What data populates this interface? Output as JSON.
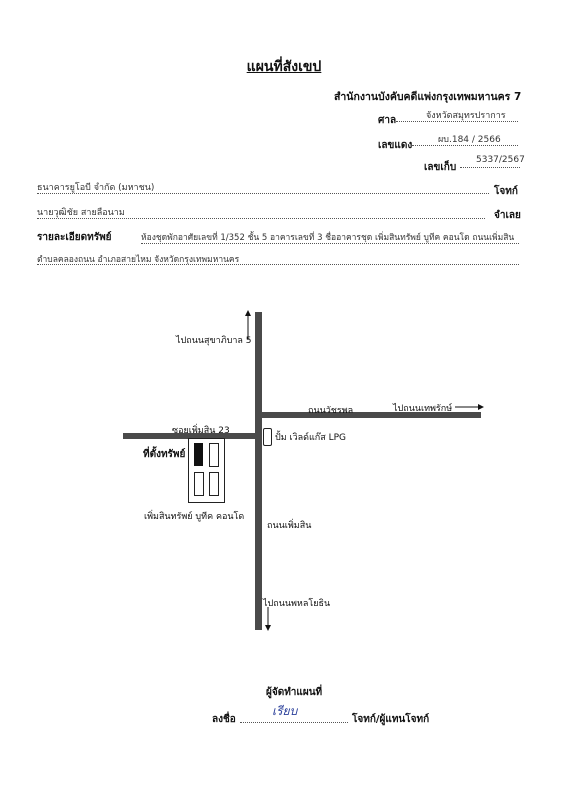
{
  "header": {
    "title": "แผนที่สังเขป",
    "office": "สำนักงานบังคับคดีแพ่งกรุงเทพมหานคร 7",
    "court_label": "ศาล",
    "court_value": "จังหวัดสมุทรปราการ",
    "black_case_label": "เลขแดง",
    "black_case_value": "ผบ.184 / 2566",
    "storage_label": "เลขเก็บ",
    "storage_value": "5337/2567"
  },
  "parties": {
    "plaintiff_value": "ธนาคารยูโอบี จำกัด (มหาชน)",
    "plaintiff_label": "โจทก์",
    "defendant_value": "นายวุฒิชัย สายลือนาม",
    "defendant_label": "จำเลย"
  },
  "property": {
    "label": "รายละเอียดทรัพย์",
    "line1": "ห้องชุดพักอาศัยเลขที่ 1/352 ชั้น 5 อาคารเลขที่ 3  ชื่ออาคารชุด เพิ่มสินทรัพย์ บูทีค คอนโด ถนนเพิ่มสิน",
    "line2": "ตำบลคลองถนน อำเภอสายไหม จังหวัดกรุงเทพมหานคร"
  },
  "map": {
    "to_sukhaphiban5": "ไปถนนสุขาภิบาล 5",
    "watcharapol_road": "ถนนวัชรพล",
    "to_theprak": "ไปถนนเทพรักษ์",
    "soi_phoemsin23": "ซอยเพิ่มสิน 23",
    "lpg_station": "ปั้ม เวิลด์แก๊ส LPG",
    "property_location": "ที่ตั้งทรัพย์",
    "condo_name": "เพิ่มสินทรัพย์ บูทีค คอนโด",
    "phoemsin_road": "ถนนเพิ่มสิน",
    "to_phahonyothin": "ไปถนนพหลโยธิน"
  },
  "footer": {
    "map_maker": "ผู้จัดทำแผนที่",
    "sign_label": "ลงชื่อ",
    "sign_role": "โจทก์/ผู้แทนโจทก์",
    "signature": "เรียบ"
  },
  "colors": {
    "road": "#4a4a4a",
    "ink": "#111111",
    "signature": "#2a3f9a"
  }
}
